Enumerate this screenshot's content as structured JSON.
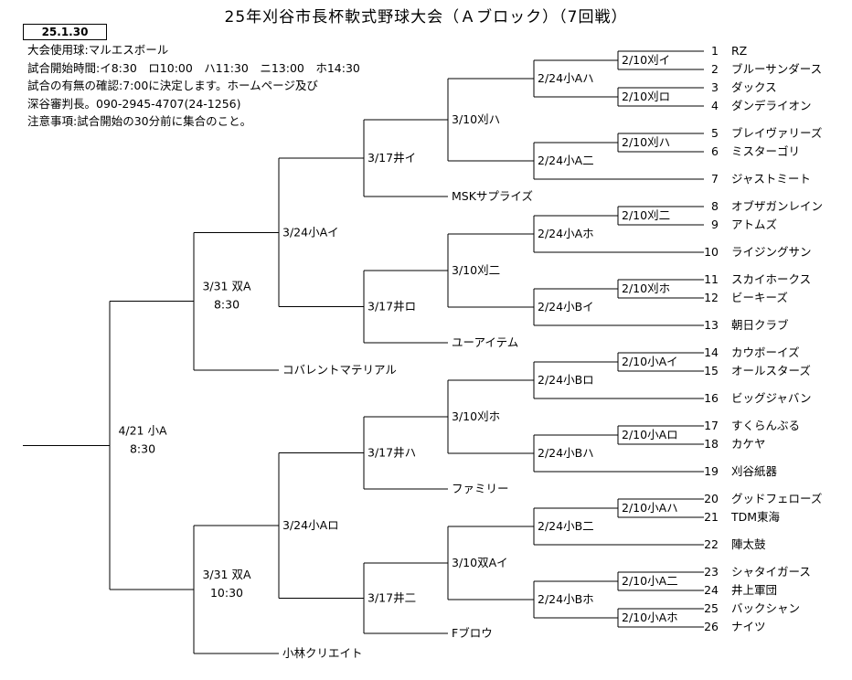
{
  "title": "25年刈谷市長杯軟式野球大会（Ａブロック）（7回戦）",
  "date_box": "25.1.30",
  "info": [
    "大会使用球:マルエスボール",
    "試合開始時間:イ8:30　ロ10:00　ハ11:30　ニ13:00　ホ14:30",
    "試合の有無の確認:7:00に決定します。ホームページ及び",
    "深谷審判長。090-2945-4707(24-1256)",
    "注意事項:試合開始の30分前に集合のこと。"
  ],
  "teams": [
    {
      "num": "1",
      "name": "RZ"
    },
    {
      "num": "2",
      "name": "ブルーサンダース"
    },
    {
      "num": "3",
      "name": "ダックス"
    },
    {
      "num": "4",
      "name": "ダンデライオン"
    },
    {
      "num": "5",
      "name": "ブレイヴァリーズ"
    },
    {
      "num": "6",
      "name": "ミスターゴリ"
    },
    {
      "num": "7",
      "name": "ジャストミート"
    },
    {
      "num": "8",
      "name": "オブザガンレイン"
    },
    {
      "num": "9",
      "name": "アトムズ"
    },
    {
      "num": "10",
      "name": "ライジングサン"
    },
    {
      "num": "11",
      "name": "スカイホークス"
    },
    {
      "num": "12",
      "name": "ビーキーズ"
    },
    {
      "num": "13",
      "name": "朝日クラブ"
    },
    {
      "num": "14",
      "name": "カウボーイズ"
    },
    {
      "num": "15",
      "name": "オールスターズ"
    },
    {
      "num": "16",
      "name": "ビッグジャバン"
    },
    {
      "num": "17",
      "name": "すくらんぶる"
    },
    {
      "num": "18",
      "name": "カケヤ"
    },
    {
      "num": "19",
      "name": "刈谷紙器"
    },
    {
      "num": "20",
      "name": "グッドフェローズ"
    },
    {
      "num": "21",
      "name": "TDM東海"
    },
    {
      "num": "22",
      "name": "陣太鼓"
    },
    {
      "num": "23",
      "name": "シャタイガース"
    },
    {
      "num": "24",
      "name": "井上軍団"
    },
    {
      "num": "25",
      "name": "バックシャン"
    },
    {
      "num": "26",
      "name": "ナイツ"
    }
  ],
  "seeded_teams": [
    "MSKサプライズ",
    "ユーアイテム",
    "コバレントマテリアル",
    "ファミリー",
    "Fブロウ",
    "小林クリエイト"
  ],
  "matches": {
    "r1": [
      "2/10刈イ",
      "2/10刈ロ",
      "2/10刈ハ",
      "2/10刈二",
      "2/10刈ホ",
      "2/10小Aイ",
      "2/10小Aロ",
      "2/10小Aハ",
      "2/10小A二",
      "2/10小Aホ"
    ],
    "r2": [
      "2/24小Aハ",
      "2/24小A二",
      "2/24小Aホ",
      "2/24小Bイ",
      "2/24小Bロ",
      "2/24小Bハ",
      "2/24小B二",
      "2/24小Bホ"
    ],
    "r3": [
      "3/10刈ハ",
      "3/10刈二",
      "3/10刈ホ",
      "3/10双Aイ"
    ],
    "r4": [
      "3/17井イ",
      "3/17井ロ",
      "3/17井ハ",
      "3/17井二"
    ],
    "r5": [
      "3/24小Aイ",
      "3/24小Aロ"
    ],
    "r6": [
      {
        "date": "3/31 双A",
        "time": "8:30"
      },
      {
        "date": "3/31 双A",
        "time": "10:30"
      }
    ],
    "final": {
      "date": "4/21 小A",
      "time": "8:30"
    }
  }
}
